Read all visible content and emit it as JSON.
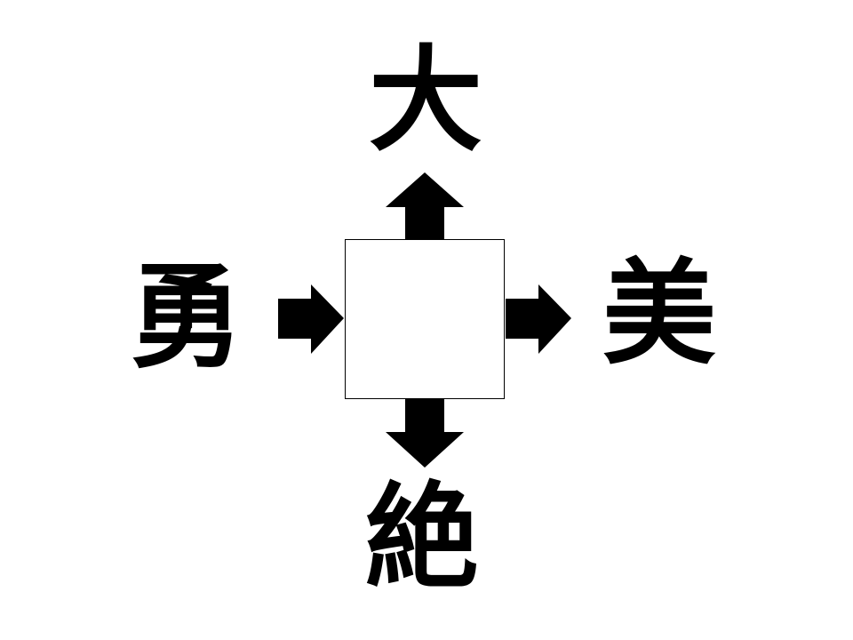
{
  "puzzle": {
    "top_char": "大",
    "left_char": "勇",
    "right_char": "美",
    "bottom_char": "絶",
    "center_answer": ""
  },
  "colors": {
    "ink": "#000000",
    "background": "#ffffff",
    "box_border": "#000000"
  },
  "icons": {
    "up": "arrow-up-icon",
    "down": "arrow-down-icon",
    "left_in": "arrow-right-icon",
    "right_out": "arrow-right-icon"
  }
}
